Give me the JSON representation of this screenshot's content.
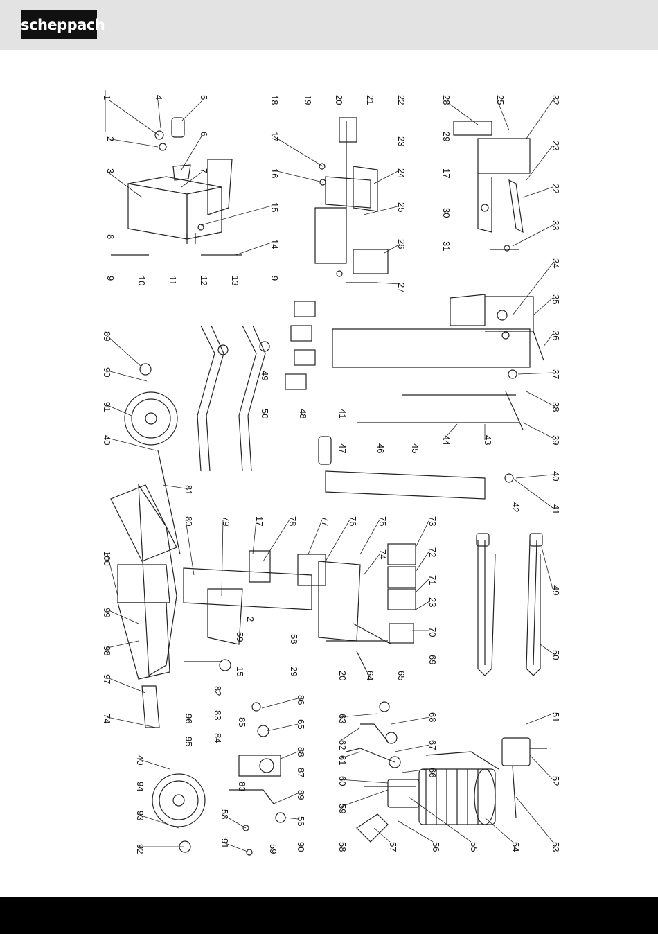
{
  "brand": {
    "logo_text": "scheppach"
  },
  "colors": {
    "header": "#e3e3e3",
    "footer": "#000000",
    "logo_bg": "#111111",
    "logo_fg": "#ffffff"
  },
  "diagram": {
    "labels": [
      "1",
      "2",
      "3",
      "4",
      "5",
      "6",
      "7",
      "8",
      "9",
      "10",
      "11",
      "12",
      "13",
      "9",
      "14",
      "15",
      "16",
      "17",
      "18",
      "19",
      "20",
      "21",
      "22",
      "23",
      "24",
      "25",
      "26",
      "27",
      "28",
      "25",
      "32",
      "29",
      "23",
      "17",
      "22",
      "30",
      "33",
      "31",
      "34",
      "35",
      "36",
      "37",
      "38",
      "39",
      "40",
      "41",
      "42",
      "43",
      "44",
      "45",
      "46",
      "47",
      "41",
      "48",
      "49",
      "50",
      "89",
      "90",
      "91",
      "40",
      "81",
      "100",
      "99",
      "98",
      "97",
      "74",
      "96",
      "95",
      "40",
      "94",
      "93",
      "92",
      "80",
      "79",
      "17",
      "78",
      "2",
      "58",
      "29",
      "15",
      "59",
      "82",
      "83",
      "84",
      "77",
      "76",
      "75",
      "74",
      "20",
      "64",
      "65",
      "69",
      "70",
      "23",
      "71",
      "72",
      "73",
      "49",
      "50",
      "86",
      "85",
      "65",
      "88",
      "87",
      "83",
      "89",
      "56",
      "90",
      "58",
      "59",
      "91",
      "63",
      "62",
      "61",
      "60",
      "59",
      "58",
      "68",
      "67",
      "66",
      "57",
      "56",
      "55",
      "54",
      "53",
      "52",
      "51"
    ]
  }
}
